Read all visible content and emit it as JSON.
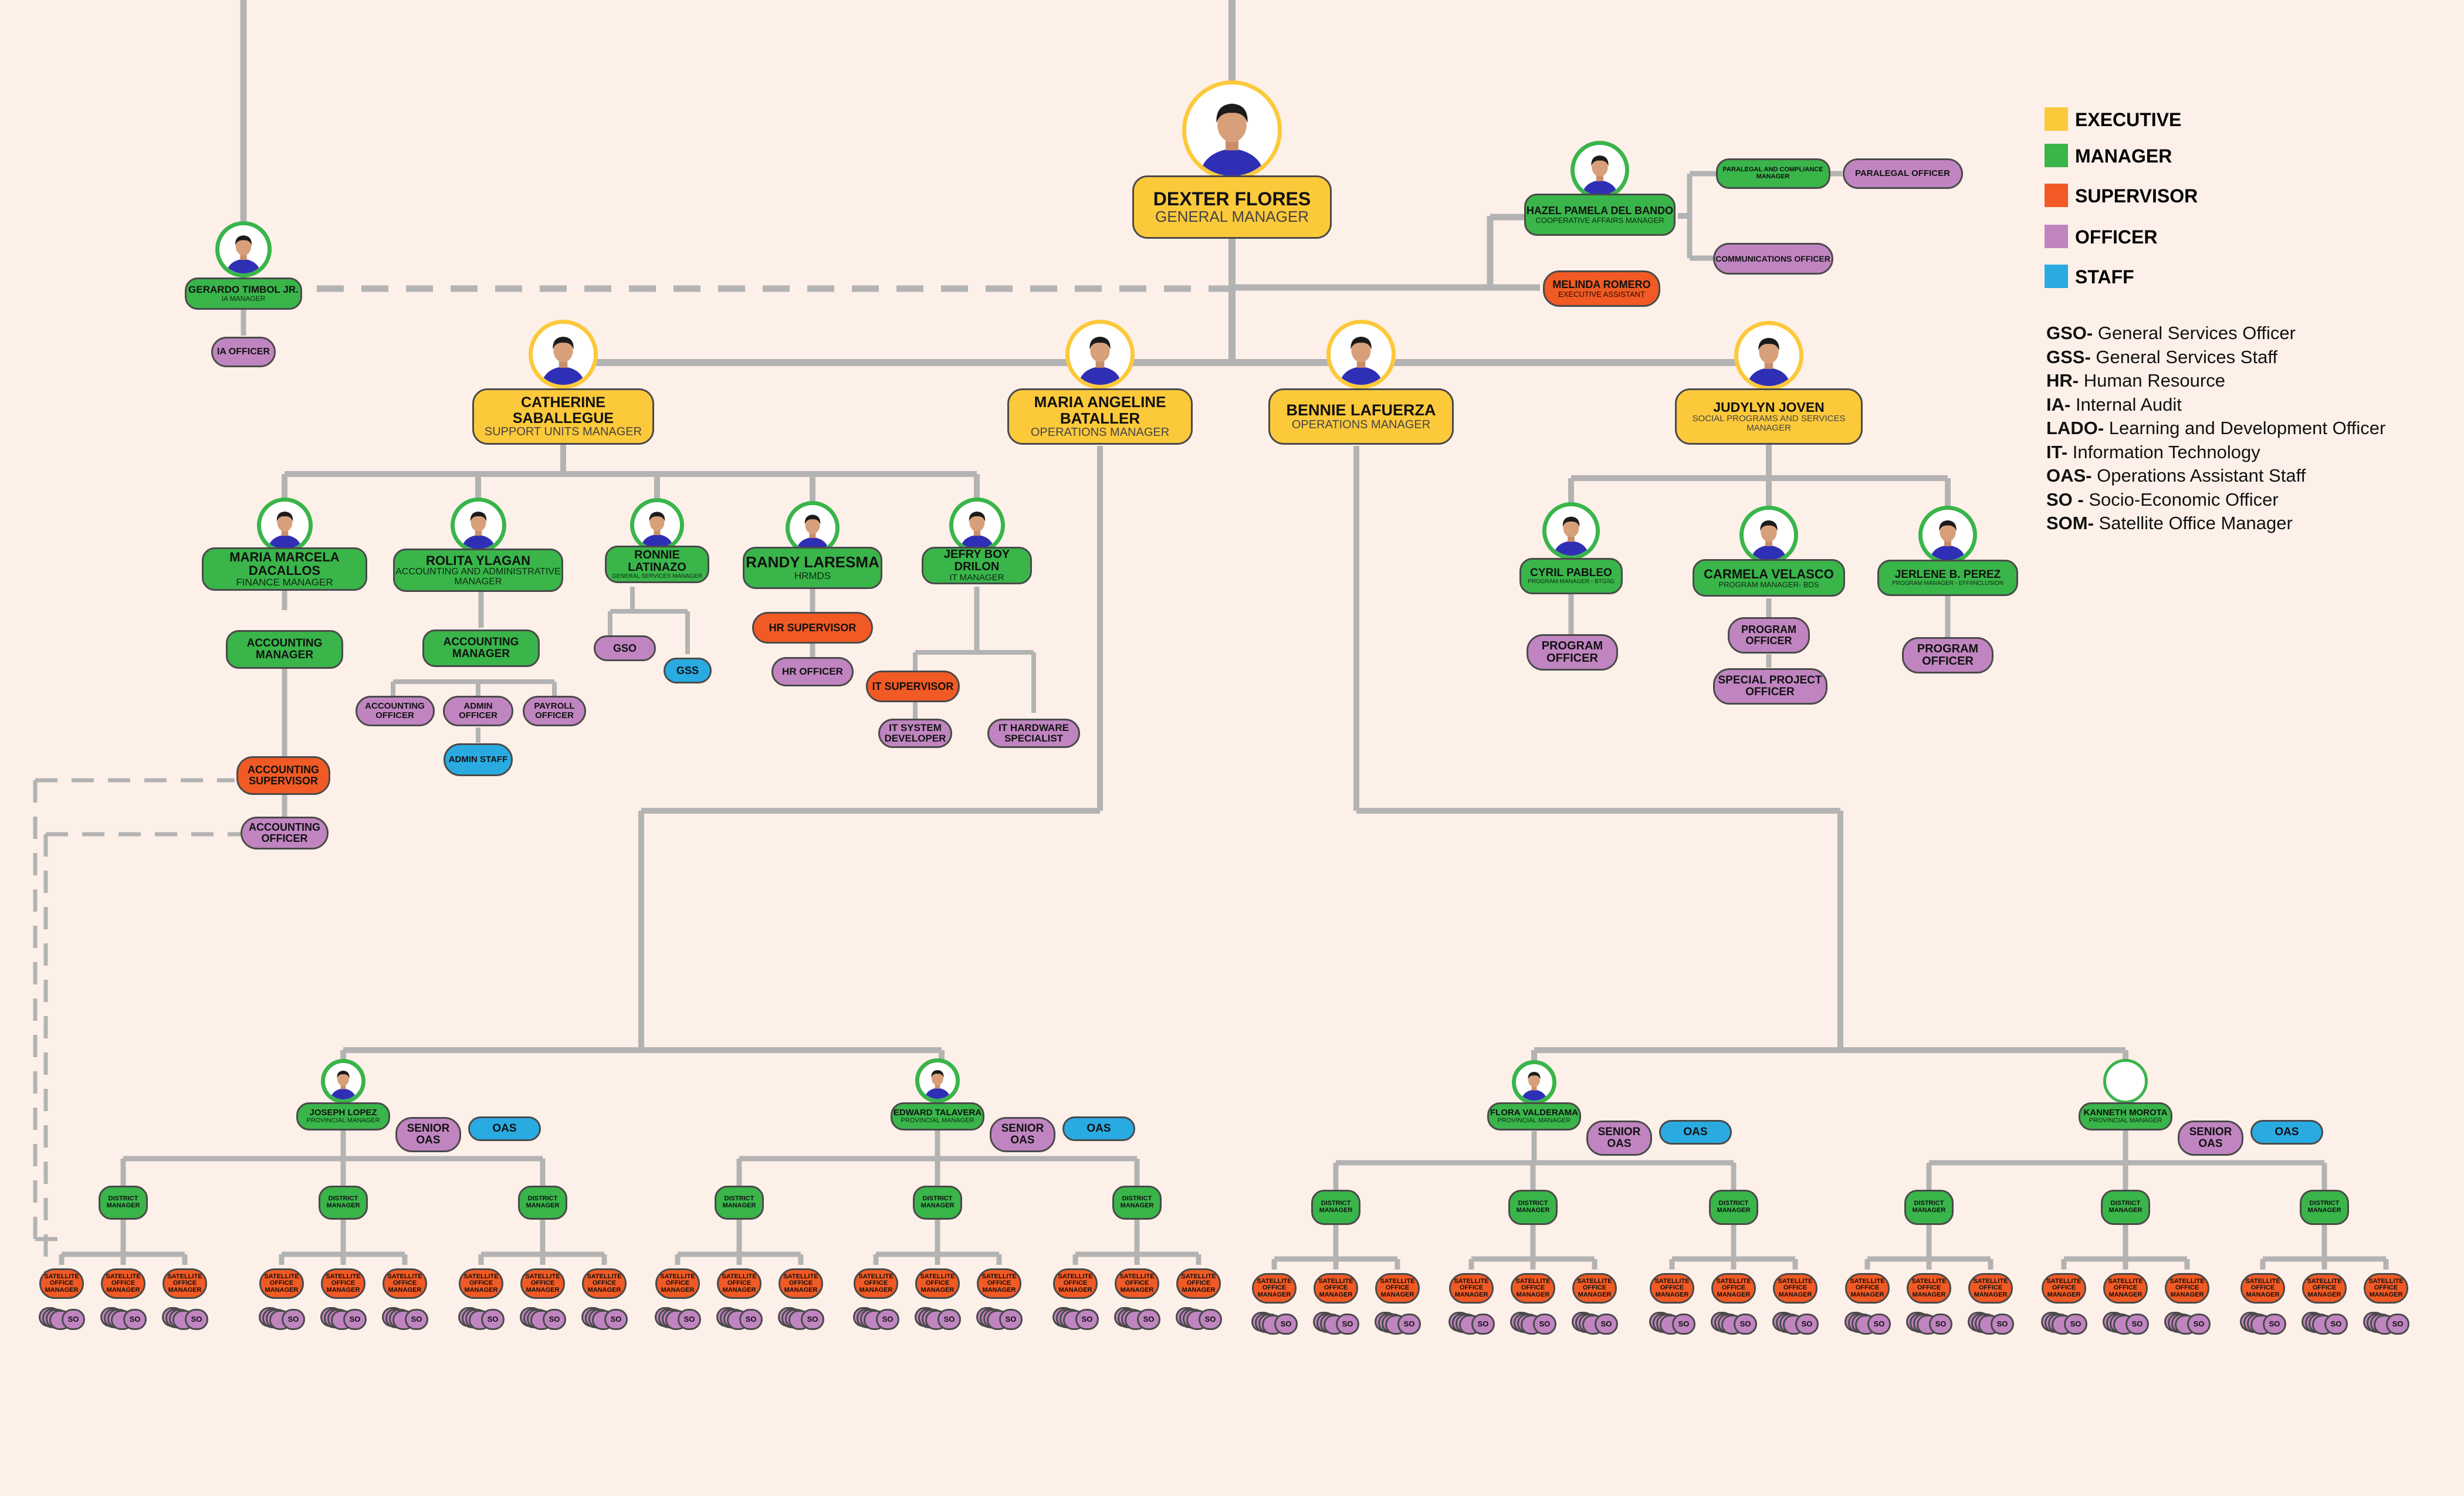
{
  "legend": [
    {
      "label": "EXECUTIVE",
      "color": "#fcc93b"
    },
    {
      "label": "MANAGER",
      "color": "#39b54a"
    },
    {
      "label": "SUPERVISOR",
      "color": "#f15a24"
    },
    {
      "label": "OFFICER",
      "color": "#c085c0"
    },
    {
      "label": "STAFF",
      "color": "#29abe2"
    }
  ],
  "abbreviations": [
    {
      "key": "GSO-",
      "value": " General Services Officer"
    },
    {
      "key": "GSS-",
      "value": " General Services Staff"
    },
    {
      "key": "HR-",
      "value": " Human Resource"
    },
    {
      "key": "IA-",
      "value": " Internal Audit"
    },
    {
      "key": "LADO-",
      "value": " Learning and Development Officer"
    },
    {
      "key": "IT-",
      "value": " Information Technology"
    },
    {
      "key": "OAS-",
      "value": " Operations Assistant Staff"
    },
    {
      "key": "SO -",
      "value": " Socio-Economic Officer"
    },
    {
      "key": "SOM-",
      "value": " Satellite Office Manager"
    }
  ],
  "people": {
    "gm": {
      "name": "DEXTER FLORES",
      "title": "GENERAL MANAGER"
    },
    "ia_manager": {
      "name": "GERARDO TIMBOL JR.",
      "title": "IA MANAGER"
    },
    "coop": {
      "name": "HAZEL PAMELA DEL BANDO",
      "title": "COOPERATIVE AFFAIRS MANAGER"
    },
    "exec_asst": {
      "name": "MELINDA ROMERO",
      "title": "EXECUTIVE ASSISTANT"
    },
    "support": {
      "name": "CATHERINE SABALLEGUE",
      "title": "SUPPORT UNITS MANAGER"
    },
    "ops1": {
      "name": "MARIA ANGELINE BATALLER",
      "title": "OPERATIONS MANAGER"
    },
    "ops2": {
      "name": "BENNIE LAFUERZA",
      "title": "OPERATIONS MANAGER"
    },
    "social": {
      "name": "JUDYLYN JOVEN",
      "title": "SOCIAL PROGRAMS AND SERVICES MANAGER"
    },
    "finance": {
      "name": "MARIA MARCELA DACALLOS",
      "title": "FINANCE MANAGER"
    },
    "admin": {
      "name": "ROLITA YLAGAN",
      "title": "ACCOUNTING AND ADMINISTRATIVE MANAGER"
    },
    "gs": {
      "name": "RONNIE LATINAZO",
      "title": "GENERAL SERVICES MANAGER"
    },
    "hr": {
      "name": "RANDY LARESMA",
      "title": "HRMDS"
    },
    "it": {
      "name": "JEFRY BOY DRILON",
      "title": "IT MANAGER"
    },
    "pm1": {
      "name": "CYRIL PABLEO",
      "title": "PROGRAM MANAGER - BTG/IG"
    },
    "pm2": {
      "name": "CARMELA VELASCO",
      "title": "PROGRAM MANAGER- BDS"
    },
    "pm3": {
      "name": "JERLENE B. PEREZ",
      "title": "PROGRAM MANAGER - EFF/INCLUSION"
    },
    "prov1": {
      "name": "JOSEPH LOPEZ",
      "title": "PROVINCIAL MANAGER"
    },
    "prov2": {
      "name": "EDWARD TALAVERA",
      "title": "PROVINCIAL MANAGER"
    },
    "prov3": {
      "name": "FLORA VALDERAMA",
      "title": "PROVINCIAL MANAGER"
    },
    "prov4": {
      "name": "KANNETH MOROTA",
      "title": "PROVINCIAL MANAGER"
    }
  },
  "roles": {
    "ia_officer": "IA OFFICER",
    "paralegal_manager": "PARALEGAL AND COMPLIANCE MANAGER",
    "paralegal_officer": "PARALEGAL OFFICER",
    "communications_officer": "COMMUNICATIONS OFFICER",
    "accounting_manager": "ACCOUNTING MANAGER",
    "accounting_supervisor": "ACCOUNTING SUPERVISOR",
    "accounting_officer": "ACCOUNTING OFFICER",
    "admin_officer": "ADMIN OFFICER",
    "payroll_officer": "PAYROLL OFFICER",
    "admin_staff": "ADMIN STAFF",
    "gso": "GSO",
    "gss": "GSS",
    "hr_supervisor": "HR SUPERVISOR",
    "hr_officer": "HR OFFICER",
    "it_supervisor": "IT SUPERVISOR",
    "it_system_developer": "IT SYSTEM DEVELOPER",
    "it_hardware_specialist": "IT HARDWARE SPECIALIST",
    "program_officer": "PROGRAM OFFICER",
    "special_project_officer": "SPECIAL PROJECT OFFICER",
    "senior_oas": "SENIOR OAS",
    "oas": "OAS",
    "district_manager": "DISTRICT MANAGER",
    "satellite_office_manager": "SATELLITE OFFICE MANAGER",
    "so": "SO"
  }
}
